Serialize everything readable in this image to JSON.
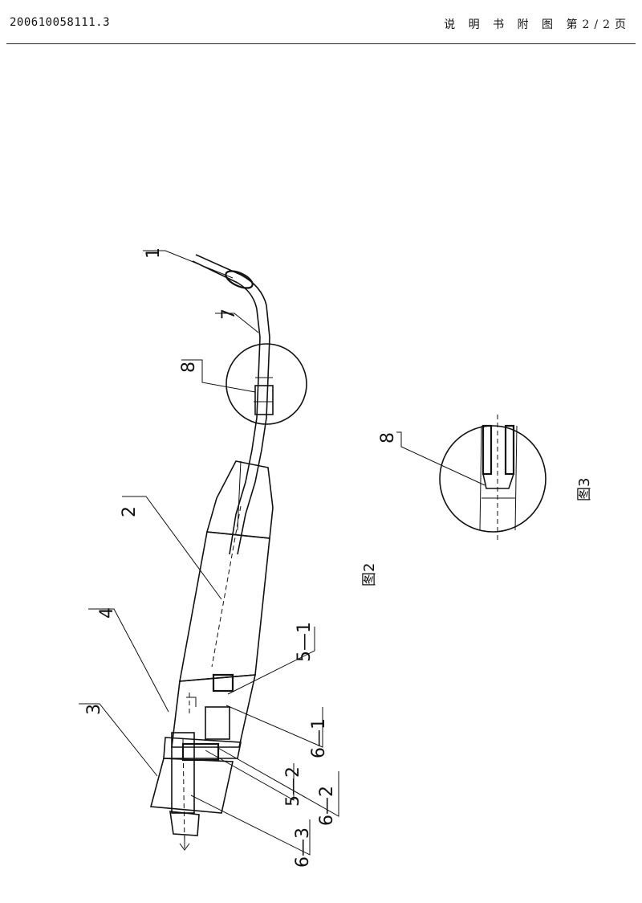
{
  "header": {
    "doc_number": "200610058111.3",
    "page_info": "说 明 书 附 图 第2/2页"
  },
  "figures": {
    "fig2_caption": "图2",
    "fig3_caption": "图3"
  },
  "labels": {
    "l1": "1",
    "l2": "2",
    "l3": "3",
    "l4": "4",
    "l5_1": "5—1",
    "l5_2": "5—2",
    "l6_1": "6—1",
    "l6_2": "6—2",
    "l6_3": "6—3",
    "l7": "7",
    "l8": "8",
    "l8_detail": "8"
  }
}
